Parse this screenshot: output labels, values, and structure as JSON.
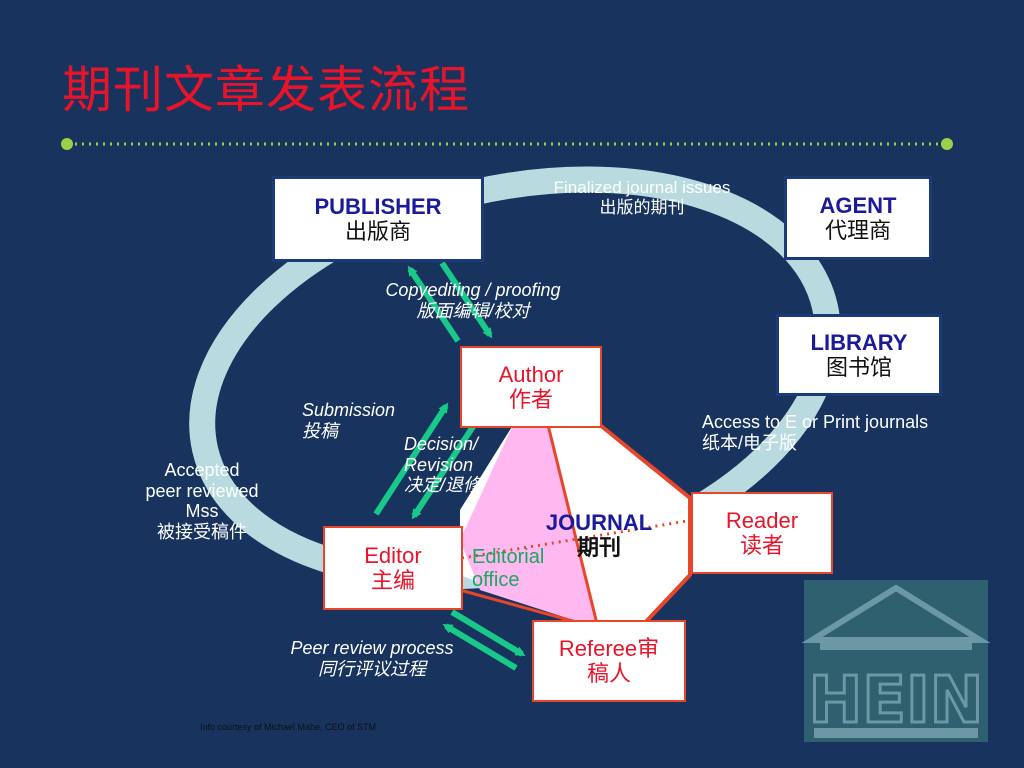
{
  "slide": {
    "title": "期刊文章发表流程",
    "footer": "Info courtesy of Michael Mabe, CEO of STM"
  },
  "nodes": {
    "publisher": {
      "line1": "PUBLISHER",
      "line2": "出版商"
    },
    "agent": {
      "line1": "AGENT",
      "line2": "代理商"
    },
    "library": {
      "line1": "LIBRARY",
      "line2": "图书馆"
    },
    "author": {
      "line1": "Author",
      "line2": "作者"
    },
    "editor": {
      "line1": "Editor",
      "line2": "主编"
    },
    "reader": {
      "line1": "Reader",
      "line2": "读者"
    },
    "referee": {
      "line1": "Referee审",
      "line2": "稿人"
    }
  },
  "labels": {
    "finalized": {
      "line1": "Finalized journal issues",
      "line2": "出版的期刊"
    },
    "copyediting": {
      "line1": "Copyediting / proofing",
      "line2": "版面编辑/校对"
    },
    "submission": {
      "line1": "Submission",
      "line2": "投稿"
    },
    "decision": {
      "line1": "Decision/",
      "line2": "Revision",
      "line3": "决定/退修"
    },
    "accepted": {
      "line1": "Accepted",
      "line2": "peer reviewed",
      "line3": "Mss",
      "line4": "被接受稿件"
    },
    "access": {
      "line1": "Access to E or Print journals",
      "line2": "纸本/电子版"
    },
    "journal": {
      "line1": "JOURNAL",
      "line2": "期刊"
    },
    "editorial": {
      "line1": "Editorial",
      "line2": "office"
    },
    "peer_review": {
      "line1": "Peer review process",
      "line2": "同行评议过程"
    }
  },
  "logo": {
    "text": "HEIN"
  },
  "colors": {
    "background": "#17335e",
    "title": "#e8142a",
    "ring": "#b9dbe0",
    "arrow": "#19c98a",
    "polygon_border": "#e8462a",
    "pink": "#ffb8f0",
    "dot_line": "#9bd14a"
  }
}
